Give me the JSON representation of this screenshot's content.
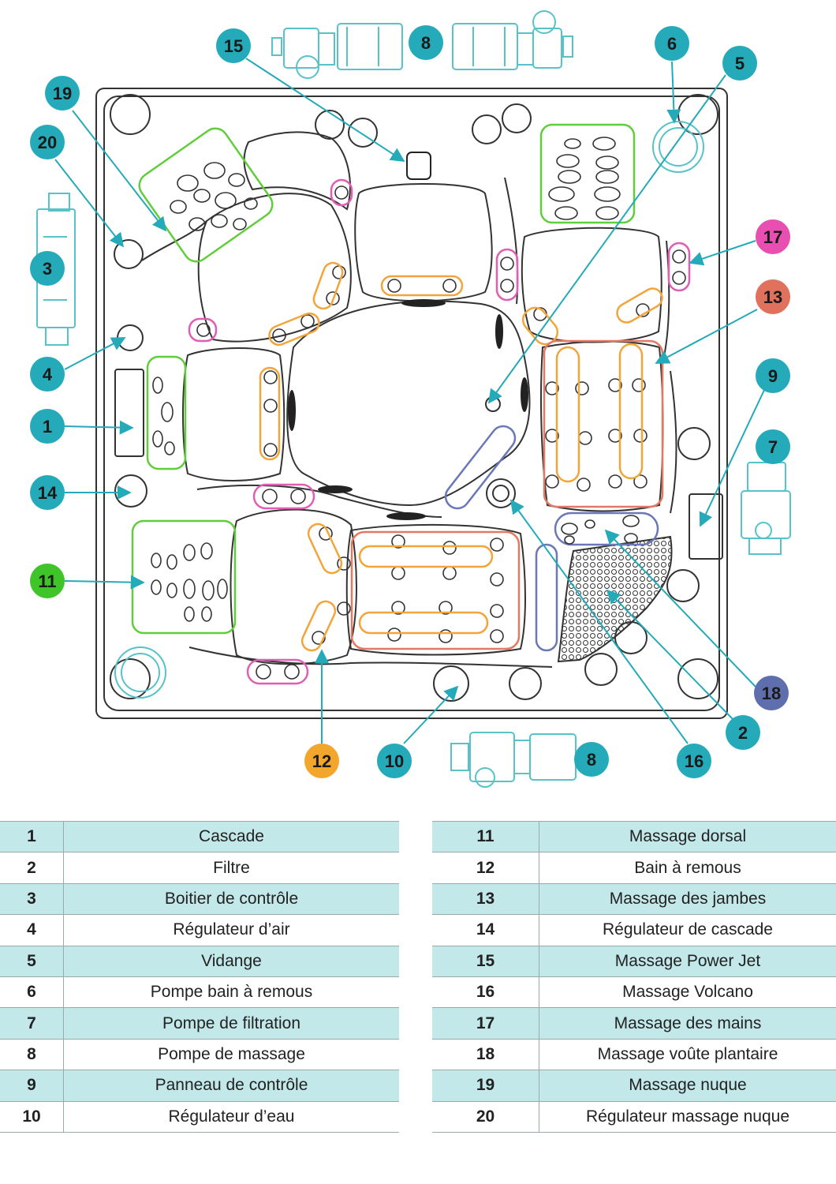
{
  "colors": {
    "teal": "#24aab9",
    "pink": "#e84fb1",
    "coral": "#e0715d",
    "orange": "#f3a62c",
    "green": "#3fc42a",
    "navy": "#5f6fad",
    "legend_band": "#c3e8ea",
    "zone_green": "#5fce3a",
    "zone_orange": "#f2a53a",
    "zone_coral": "#e27a63",
    "zone_pink": "#df5fb4",
    "zone_navy": "#6b78b8",
    "outline": "#333333",
    "equipment": "#57c3c9"
  },
  "badges": [
    {
      "label": "1",
      "color": "teal"
    },
    {
      "label": "2",
      "color": "teal"
    },
    {
      "label": "3",
      "color": "teal"
    },
    {
      "label": "4",
      "color": "teal"
    },
    {
      "label": "5",
      "color": "teal"
    },
    {
      "label": "6",
      "color": "teal"
    },
    {
      "label": "7",
      "color": "teal"
    },
    {
      "label": "8",
      "color": "teal"
    },
    {
      "label": "8",
      "color": "teal"
    },
    {
      "label": "9",
      "color": "teal"
    },
    {
      "label": "10",
      "color": "teal"
    },
    {
      "label": "11",
      "color": "green"
    },
    {
      "label": "12",
      "color": "orange"
    },
    {
      "label": "13",
      "color": "coral"
    },
    {
      "label": "14",
      "color": "teal"
    },
    {
      "label": "15",
      "color": "teal"
    },
    {
      "label": "16",
      "color": "teal"
    },
    {
      "label": "17",
      "color": "pink"
    },
    {
      "label": "18",
      "color": "navy"
    },
    {
      "label": "19",
      "color": "teal"
    },
    {
      "label": "20",
      "color": "teal"
    }
  ],
  "legend_left": [
    {
      "num": "1",
      "label": "Cascade"
    },
    {
      "num": "2",
      "label": "Filtre"
    },
    {
      "num": "3",
      "label": "Boitier de contrôle"
    },
    {
      "num": "4",
      "label": "Régulateur d’air"
    },
    {
      "num": "5",
      "label": "Vidange"
    },
    {
      "num": "6",
      "label": "Pompe bain à remous"
    },
    {
      "num": "7",
      "label": "Pompe de filtration"
    },
    {
      "num": "8",
      "label": "Pompe de massage"
    },
    {
      "num": "9",
      "label": "Panneau de contrôle"
    },
    {
      "num": "10",
      "label": "Régulateur d’eau"
    }
  ],
  "legend_right": [
    {
      "num": "11",
      "label": "Massage dorsal"
    },
    {
      "num": "12",
      "label": "Bain à remous"
    },
    {
      "num": "13",
      "label": "Massage des jambes"
    },
    {
      "num": "14",
      "label": "Régulateur de cascade"
    },
    {
      "num": "15",
      "label": "Massage Power Jet"
    },
    {
      "num": "16",
      "label": "Massage Volcano"
    },
    {
      "num": "17",
      "label": "Massage des mains"
    },
    {
      "num": "18",
      "label": "Massage voûte plantaire"
    },
    {
      "num": "19",
      "label": "Massage nuque"
    },
    {
      "num": "20",
      "label": "Régulateur massage nuque"
    }
  ]
}
